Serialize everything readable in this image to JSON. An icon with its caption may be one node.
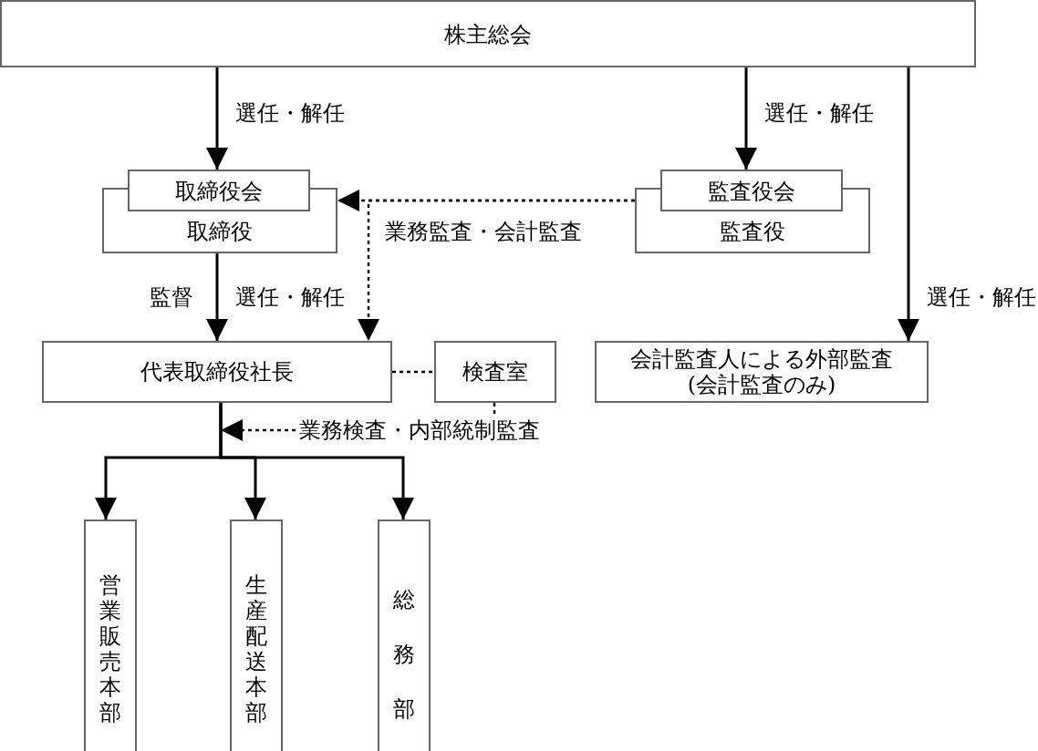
{
  "diagram": {
    "nodes": [
      {
        "text": [
          "株主総会"
        ]
      },
      {
        "text": [
          "取締役会"
        ]
      },
      {
        "text": [
          "取締役"
        ]
      },
      {
        "text": [
          "監査役会"
        ]
      },
      {
        "text": [
          "監査役"
        ]
      },
      {
        "text": [
          "代表取締役社長"
        ]
      },
      {
        "text": [
          "検査室"
        ]
      },
      {
        "text": [
          "会計監査人による外部監査 (会計監査のみ)"
        ]
      },
      {
        "text": [
          "営業販売本部"
        ]
      },
      {
        "text": [
          "生産配送本部"
        ]
      },
      {
        "text": [
          "総務部"
        ]
      }
    ],
    "edges": [
      {
        "from": 0,
        "to": 1,
        "arrow": "to",
        "label": "選任・解任"
      },
      {
        "from": 0,
        "to": 3,
        "arrow": "to",
        "label": "選任・解任"
      },
      {
        "from": 0,
        "to": 7,
        "arrow": "to",
        "label": "選任・解任"
      },
      {
        "from": 2,
        "to": 5,
        "arrow": "to",
        "label": "選任・解任"
      },
      {
        "from": 4,
        "to": 2,
        "arrow": "to",
        "style": "dashed",
        "label": "業務監査・会計監査"
      },
      {
        "from": 4,
        "to": 5,
        "arrow": "to",
        "style": "dashed"
      },
      {
        "from": 5,
        "to": 6,
        "arrow": "none",
        "style": "dashed"
      },
      {
        "from": 6,
        "to": 5,
        "arrow": "to",
        "style": "dashed",
        "label": "業務検査・内部統制監査"
      },
      {
        "from": 5,
        "to": 8,
        "arrow": "to"
      },
      {
        "from": 5,
        "to": 9,
        "arrow": "to"
      },
      {
        "from": 5,
        "to": 10,
        "arrow": "to"
      }
    ],
    "labels": [
      "監督"
    ]
  }
}
